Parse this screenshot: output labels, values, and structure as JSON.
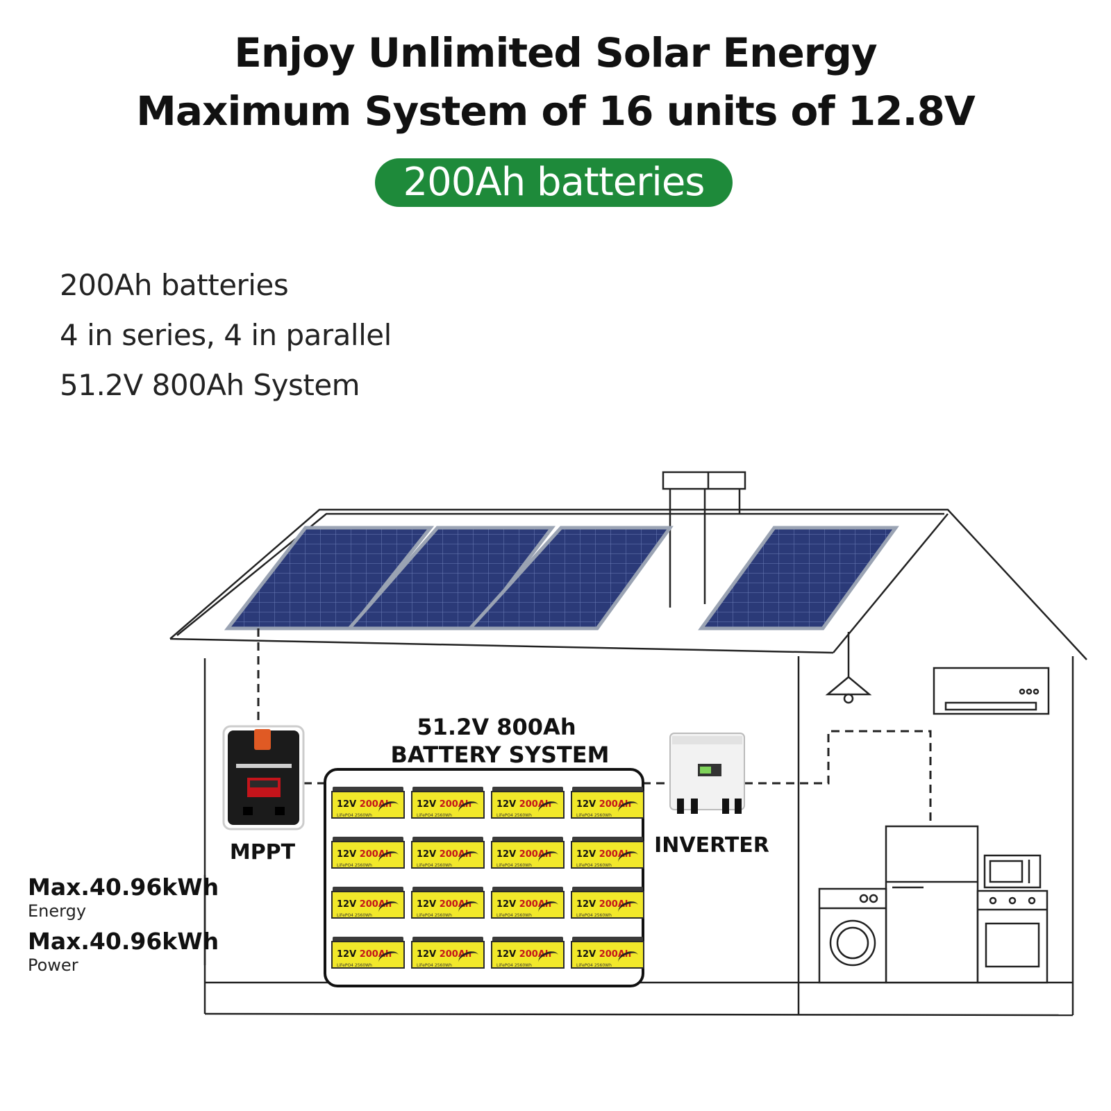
{
  "headline": {
    "line1": "Enjoy Unlimited Solar Energy",
    "line2": "Maximum System of 16 units of 12.8V",
    "pill": "200Ah batteries"
  },
  "specs": [
    "200Ah batteries",
    "4 in series, 4 in parallel",
    "51.2V 800Ah System"
  ],
  "diagram": {
    "system_title_line1": "51.2V 800Ah",
    "system_title_line2": "BATTERY SYSTEM",
    "mppt_label": "MPPT",
    "inverter_label": "INVERTER",
    "battery_voltage": "12V",
    "battery_capacity": "200Ah",
    "battery_chem": "LiFePO4 2560Wh",
    "battery_grid": {
      "rows": 4,
      "cols": 4
    }
  },
  "stats": [
    {
      "value": "Max.40.96kWh",
      "label": "Energy"
    },
    {
      "value": "Max.40.96kWh",
      "label": "Power"
    }
  ],
  "colors": {
    "pill_green": "#1e8a3a",
    "panel_blue": "#2b3a78",
    "battery_yellow": "#f1e82a",
    "battery_red_text": "#c4141b"
  },
  "icons": [
    "solar-panel-icon",
    "mppt-controller-icon",
    "inverter-icon",
    "battery-icon",
    "washing-machine-icon",
    "fridge-icon",
    "microwave-icon",
    "air-conditioner-icon",
    "ceiling-lamp-icon",
    "stove-icon"
  ]
}
